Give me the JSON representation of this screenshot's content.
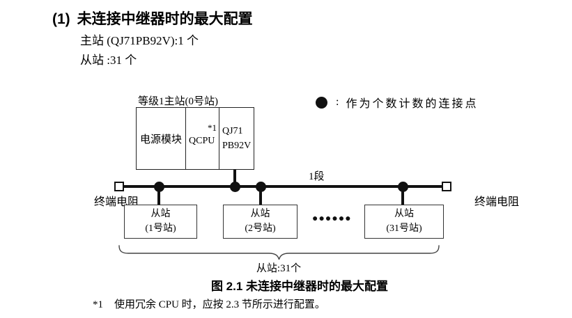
{
  "header": {
    "number": "(1)",
    "title": "未连接中继器时的最大配置",
    "master_count_line": "主站 (QJ71PB92V):1 个",
    "slave_count_line": "从站 :31 个"
  },
  "diagram": {
    "master": {
      "label": "等级1主站(0号站)",
      "power_module": "电源模块",
      "cpu": "QCPU",
      "cpu_note_ref": "*1",
      "pb_module_line1": "QJ71",
      "pb_module_line2": "PB92V"
    },
    "legend": {
      "separator": ":",
      "label": "作为个数计数的连接点"
    },
    "bus": {
      "segment_label": "1段",
      "terminator_left_label": "终端电阻",
      "terminator_right_label": "终端电阻"
    },
    "slaves": [
      {
        "line1": "从站",
        "line2": "(1号站)"
      },
      {
        "line1": "从站",
        "line2": "(2号站)"
      },
      {
        "line1": "从站",
        "line2": "(31号站)"
      }
    ],
    "ellipsis": "●●●●●●",
    "brace_label": "从站:31个"
  },
  "caption": "图 2.1 未连接中继器时的最大配置",
  "footnote": {
    "ref": "*1",
    "text": "使用冗余 CPU 时，应按 2.3 节所示进行配置。"
  }
}
